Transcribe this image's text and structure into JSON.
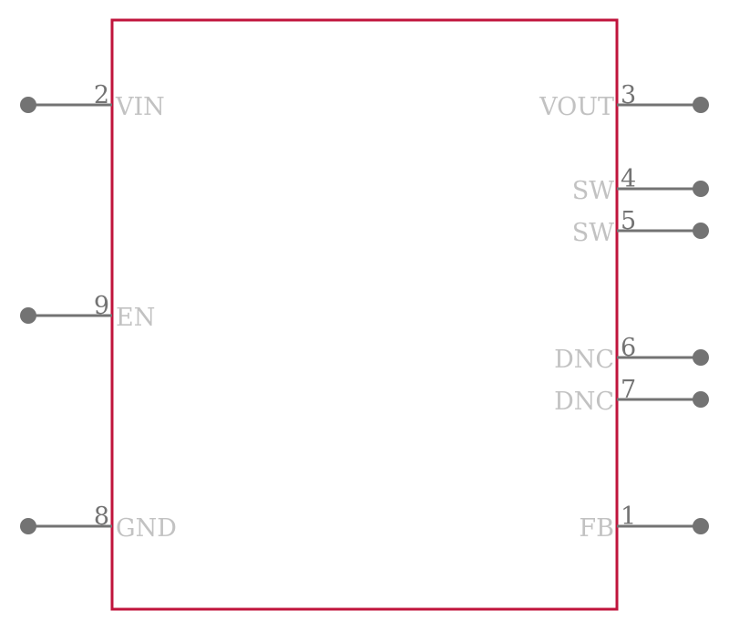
{
  "colors": {
    "body_outline": "#c0143c",
    "pin_line": "#737373",
    "pin_number": "#737373",
    "pin_name": "#c2c2c2",
    "background": "#ffffff"
  },
  "pins": {
    "vin": {
      "number": "2",
      "name": "VIN"
    },
    "en": {
      "number": "9",
      "name": "EN"
    },
    "gnd": {
      "number": "8",
      "name": "GND"
    },
    "vout": {
      "number": "3",
      "name": "VOUT"
    },
    "sw_a": {
      "number": "4",
      "name": "SW"
    },
    "sw_b": {
      "number": "5",
      "name": "SW"
    },
    "dnc_a": {
      "number": "6",
      "name": "DNC"
    },
    "dnc_b": {
      "number": "7",
      "name": "DNC"
    },
    "fb": {
      "number": "1",
      "name": "FB"
    }
  }
}
